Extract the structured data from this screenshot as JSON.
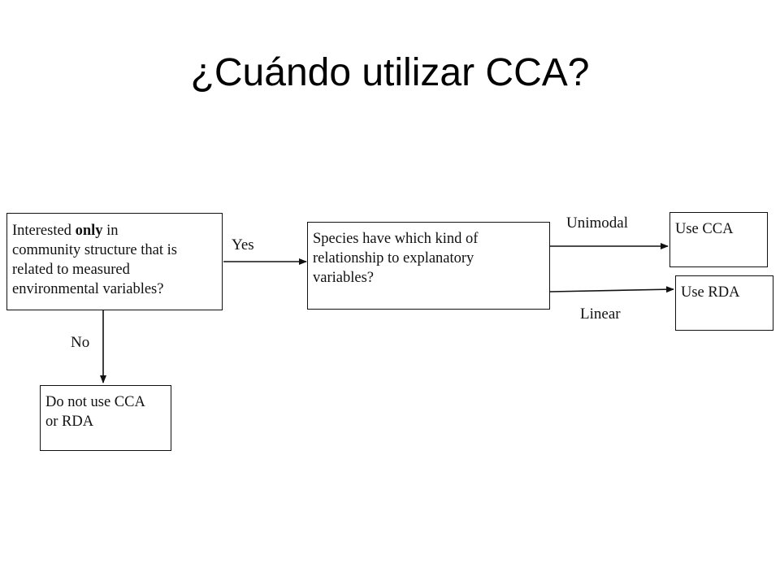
{
  "slide": {
    "title": "¿Cuándo utilizar CCA?"
  },
  "flowchart": {
    "start": {
      "line1_a": "Interested ",
      "line1_bold": "only",
      "line1_b": " in",
      "line2": "community structure that is",
      "line3": "related to measured",
      "line4": "environmental variables?"
    },
    "question": {
      "line1": "Species have which kind of",
      "line2": "relationship to explanatory",
      "line3": "variables?"
    },
    "no_result": {
      "line1": "Do not use CCA",
      "line2": "or RDA"
    },
    "cca_result": {
      "line1": "Use CCA"
    },
    "rda_result": {
      "line1": "Use RDA"
    },
    "edges": {
      "yes": "Yes",
      "no": "No",
      "unimodal": "Unimodal",
      "linear": "Linear"
    }
  }
}
